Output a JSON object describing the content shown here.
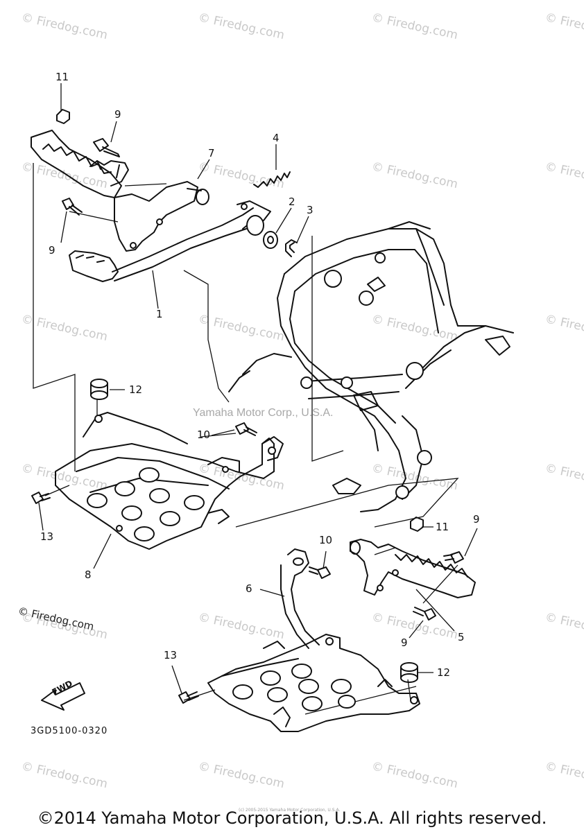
{
  "watermark": {
    "text": "© Firedog.com",
    "center_text": "Yamaha Motor Corp., U.S.A.",
    "left_text": "© Firedog.com",
    "color": "#c9c9c9"
  },
  "callouts": {
    "c1": "1",
    "c2": "2",
    "c3": "3",
    "c4": "4",
    "c5": "5",
    "c6": "6",
    "c7": "7",
    "c8": "8",
    "c9a": "9",
    "c9b": "9",
    "c9c": "9",
    "c9d": "9",
    "c10a": "10",
    "c10b": "10",
    "c11a": "11",
    "c11b": "11",
    "c12a": "12",
    "c12b": "12",
    "c13a": "13",
    "c13b": "13"
  },
  "fwd_label": "FWD",
  "part_code": "3GD5100-0320",
  "small_credit": "(c) 2005-2015 Yamaha Motor Corporation, U.S.A.",
  "copyright": "©2014 Yamaha Motor Corporation, U.S.A. All rights reserved."
}
